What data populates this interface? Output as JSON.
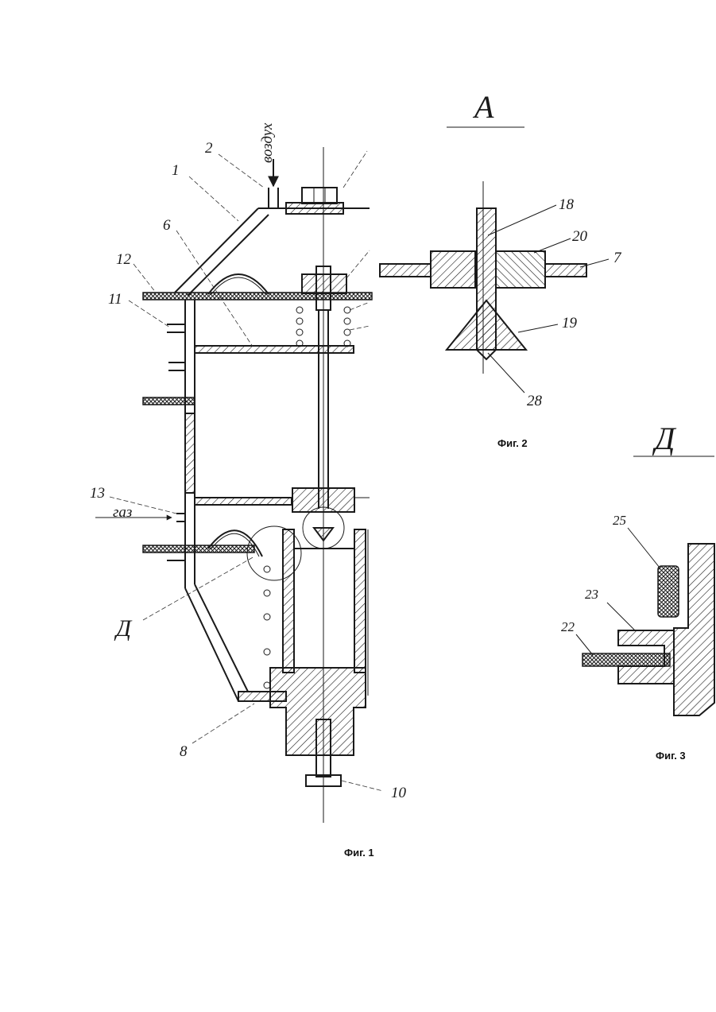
{
  "figures": {
    "fig1": {
      "caption": "Фиг. 1",
      "inlet_label": "воздух",
      "gas_label": "газ",
      "section_mark": "Д",
      "numbers": [
        "1",
        "2",
        "6",
        "8",
        "10",
        "11",
        "12",
        "13"
      ]
    },
    "fig2": {
      "caption": "Фиг. 2",
      "view_letter": "А",
      "numbers": [
        "18",
        "20",
        "7",
        "19",
        "28"
      ]
    },
    "fig3": {
      "caption": "Фиг. 3",
      "view_letter": "Д",
      "numbers": [
        "25",
        "23",
        "22"
      ]
    }
  }
}
